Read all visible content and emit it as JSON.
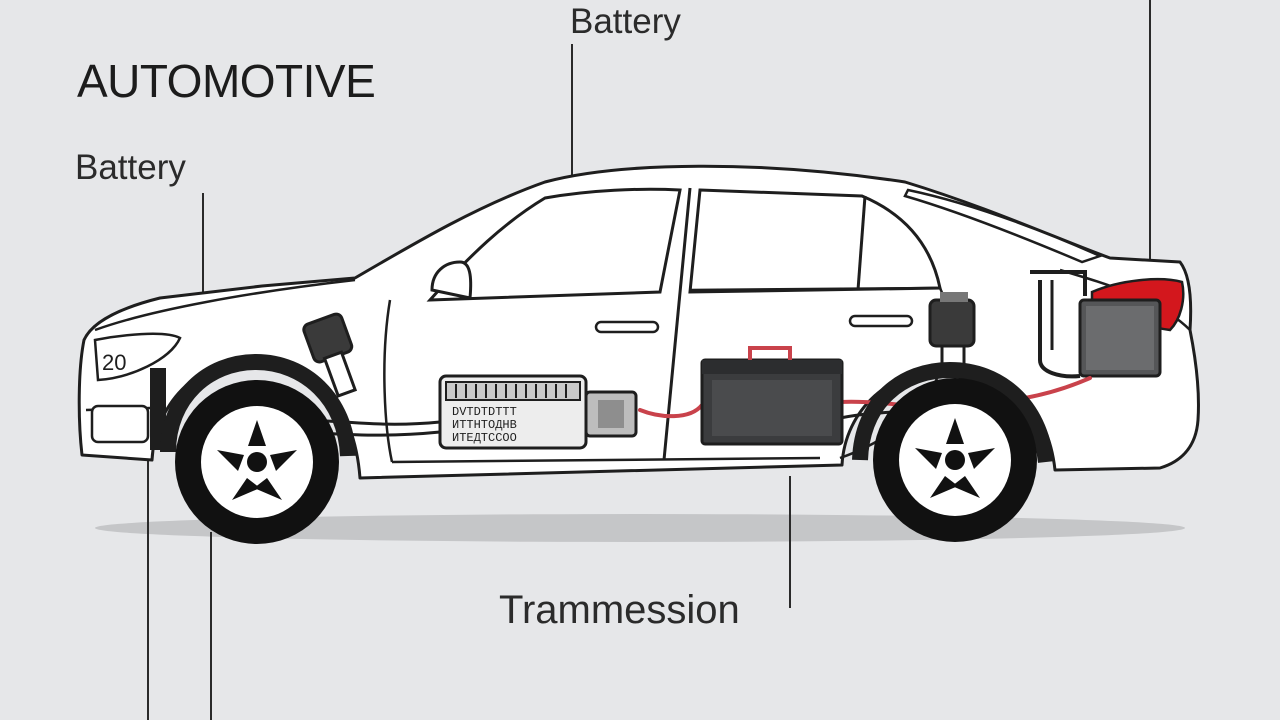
{
  "diagram": {
    "title": "AUTOMOTIVE",
    "labels": {
      "battery_top": "Battery",
      "battery_left": "Battery",
      "transmission": "Trammession",
      "plate": "20"
    },
    "battery_pack_text": {
      "row1": "DVTDTDTTT",
      "row2": "ИТТНТОДНВ",
      "row3": "ИТЕДТССОО"
    },
    "colors": {
      "background": "#e6e7e9",
      "line": "#1e1e1e",
      "accent": "#d3171d",
      "cable": "#c9424b"
    }
  }
}
